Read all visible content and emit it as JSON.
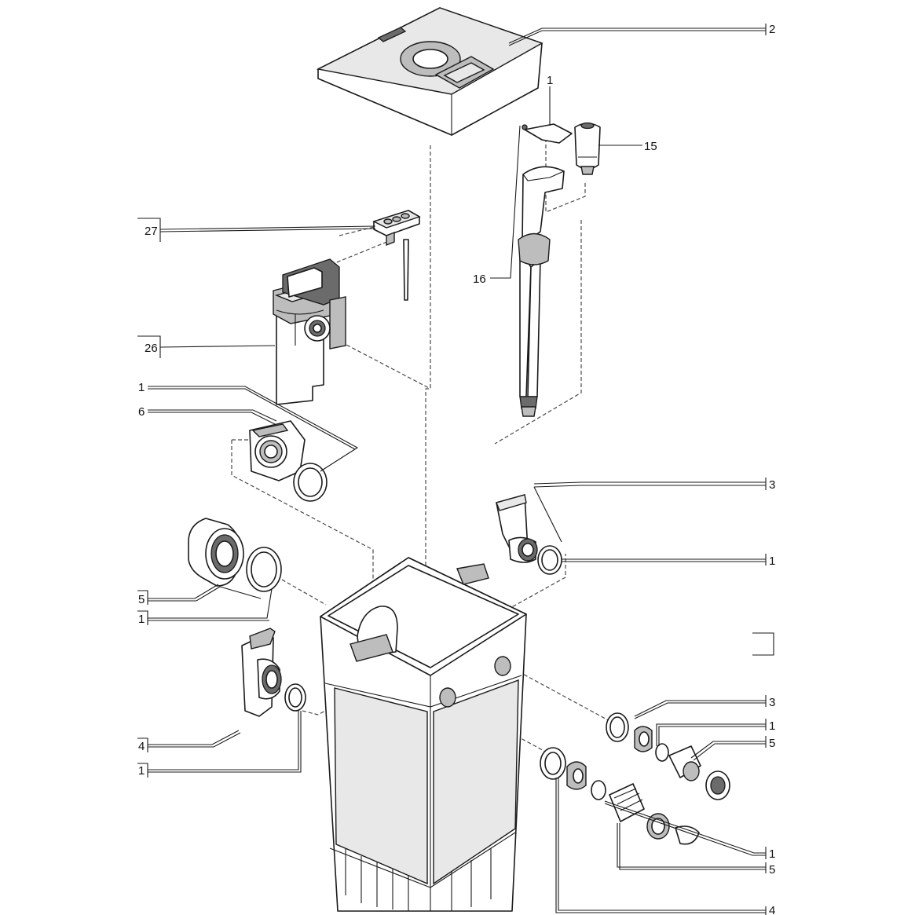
{
  "callouts": [
    {
      "id": "c-2",
      "label": "2"
    },
    {
      "id": "c-1-top",
      "label": "1"
    },
    {
      "id": "c-15",
      "label": "15"
    },
    {
      "id": "c-27",
      "label": "27"
    },
    {
      "id": "c-16",
      "label": "16"
    },
    {
      "id": "c-26",
      "label": "26"
    },
    {
      "id": "c-1-a",
      "label": "1"
    },
    {
      "id": "c-6",
      "label": "6"
    },
    {
      "id": "c-3-a",
      "label": "3"
    },
    {
      "id": "c-1-b",
      "label": "1"
    },
    {
      "id": "c-5-a",
      "label": "5"
    },
    {
      "id": "c-1-c",
      "label": "1"
    },
    {
      "id": "c-3-b",
      "label": "3"
    },
    {
      "id": "c-1-d",
      "label": "1"
    },
    {
      "id": "c-5-b",
      "label": "5"
    },
    {
      "id": "c-4-a",
      "label": "4"
    },
    {
      "id": "c-1-e",
      "label": "1"
    },
    {
      "id": "c-1-f",
      "label": "1"
    },
    {
      "id": "c-5-c",
      "label": "5"
    },
    {
      "id": "c-4-b",
      "label": "4"
    }
  ],
  "colors": {
    "line": "#1a1a1a",
    "fill_grey": "#bdbdbd",
    "fill_dark": "#6b6b6b",
    "background": "#ffffff"
  },
  "icons": {
    "lid_logo": "brand-logo-mark"
  }
}
